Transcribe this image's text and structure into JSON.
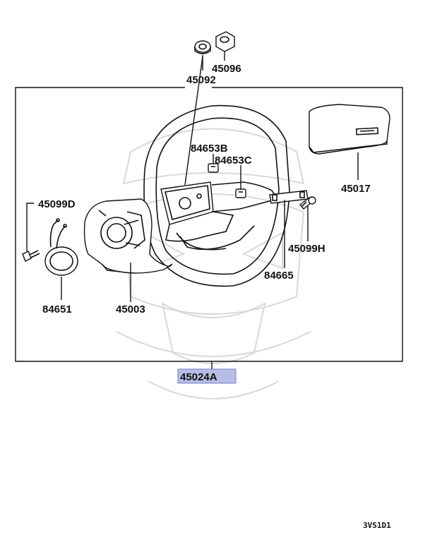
{
  "diagram": {
    "parts": {
      "p45092": "45092",
      "p45096": "45096",
      "p84653B": "84653B",
      "p84653C": "84653C",
      "p45017": "45017",
      "p45099D": "45099D",
      "p45099H": "45099H",
      "p84665": "84665",
      "p84651": "84651",
      "p45003": "45003",
      "p45024A": "45024A"
    },
    "highlight_color": "#b7bde6",
    "highlight_border": "#7a80c8",
    "diagram_code": "3VS1D1"
  }
}
